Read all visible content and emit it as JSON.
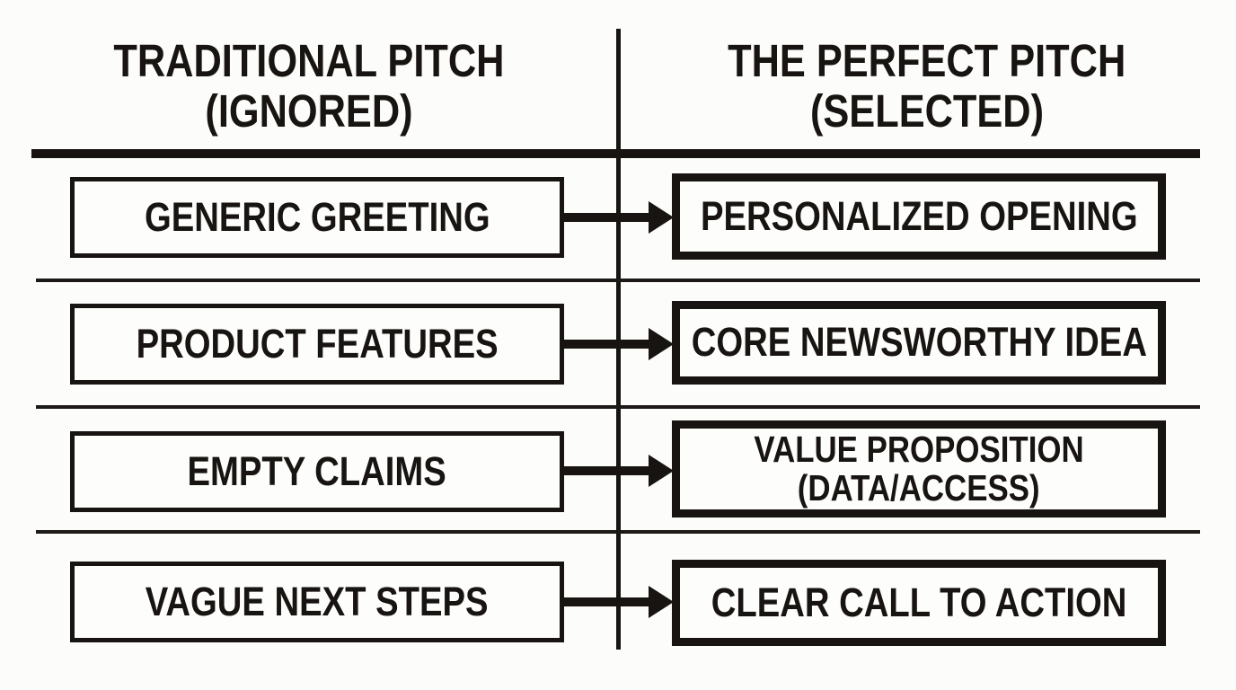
{
  "diagram": {
    "title_left_line1": "TRADITIONAL PITCH",
    "title_left_line2": "(IGNORED)",
    "title_right_line1": "THE PERFECT PITCH",
    "title_right_line2": "(SELECTED)",
    "rows": [
      {
        "left": "GENERIC GREETING",
        "right_line1": "PERSONALIZED OPENING",
        "right_line2": ""
      },
      {
        "left": "PRODUCT FEATURES",
        "right_line1": "CORE NEWSWORTHY IDEA",
        "right_line2": ""
      },
      {
        "left": "EMPTY CLAIMS",
        "right_line1": "VALUE PROPOSITION",
        "right_line2": "(DATA/ACCESS)"
      },
      {
        "left": "VAGUE NEXT STEPS",
        "right_line1": "CLEAR CALL TO ACTION",
        "right_line2": ""
      }
    ],
    "colors": {
      "ink": "#171411",
      "background": "#fcfcfa"
    }
  }
}
